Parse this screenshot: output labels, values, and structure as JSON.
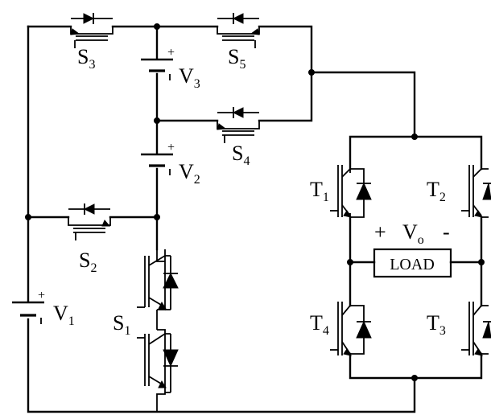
{
  "labels": {
    "s1": {
      "main": "S",
      "sub": "1"
    },
    "s2": {
      "main": "S",
      "sub": "2"
    },
    "s3": {
      "main": "S",
      "sub": "3"
    },
    "s4": {
      "main": "S",
      "sub": "4"
    },
    "s5": {
      "main": "S",
      "sub": "5"
    },
    "v1": {
      "main": "V",
      "sub": "1"
    },
    "v2": {
      "main": "V",
      "sub": "2"
    },
    "v3": {
      "main": "V",
      "sub": "3"
    },
    "t1": {
      "main": "T",
      "sub": "1"
    },
    "t2": {
      "main": "T",
      "sub": "2"
    },
    "t3": {
      "main": "T",
      "sub": "3"
    },
    "t4": {
      "main": "T",
      "sub": "4"
    },
    "vo": {
      "plus": "+",
      "main": "V",
      "sub": "o",
      "minus": "-"
    },
    "load": "LOAD",
    "battery_plus": "+"
  }
}
